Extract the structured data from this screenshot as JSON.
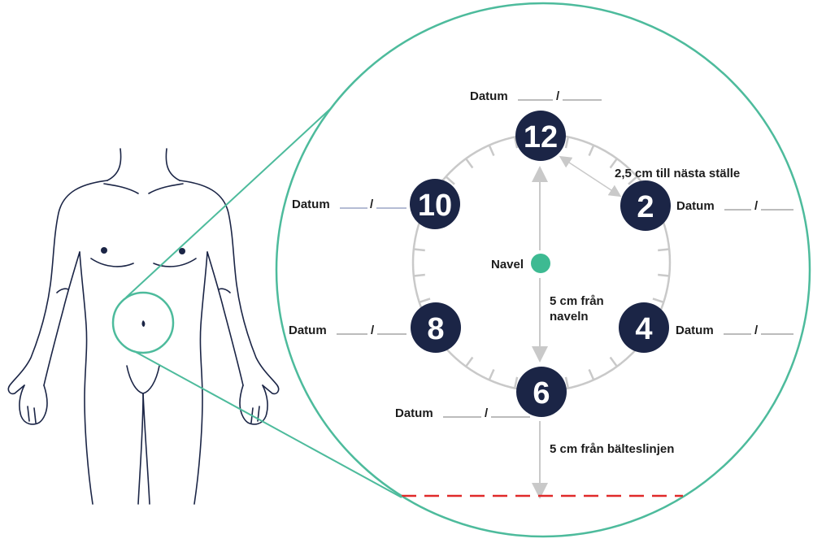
{
  "colors": {
    "navy": "#1b2546",
    "teal": "#4dbb9c",
    "navel_dot": "#3dba92",
    "gray": "#c9c9c9",
    "red_dash": "#e02a2a",
    "text": "#1c1c1c"
  },
  "icons": {
    "body": "human-torso-outline-icon",
    "zoom": "magnify-circle-icon"
  },
  "sites": [
    {
      "number": "12",
      "date_label": "Datum",
      "slash": "/"
    },
    {
      "number": "2",
      "date_label": "Datum",
      "slash": "/"
    },
    {
      "number": "4",
      "date_label": "Datum",
      "slash": "/"
    },
    {
      "number": "6",
      "date_label": "Datum",
      "slash": "/"
    },
    {
      "number": "8",
      "date_label": "Datum",
      "slash": "/"
    },
    {
      "number": "10",
      "date_label": "Datum",
      "slash": "/"
    }
  ],
  "labels": {
    "navel": "Navel",
    "distance_next": "2,5 cm till nästa ställe",
    "from_navel_line1": "5 cm från",
    "from_navel_line2": "naveln",
    "from_belt": "5 cm från bälteslinjen"
  }
}
